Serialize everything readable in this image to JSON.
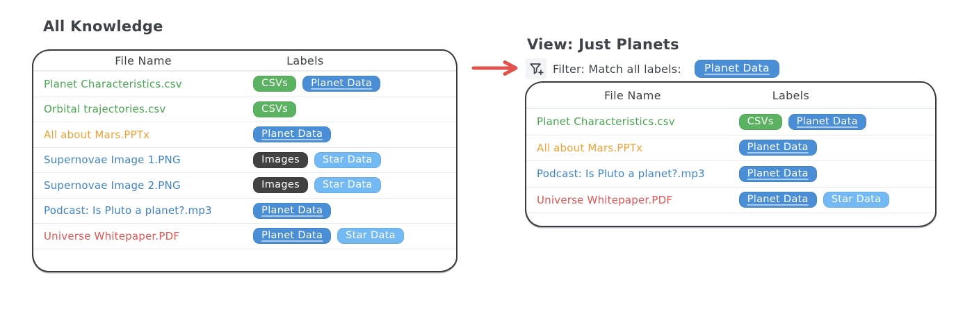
{
  "left_panel": {
    "title": "All Knowledge",
    "table": {
      "headers": {
        "file": "File Name",
        "labels": "Labels"
      },
      "rows": [
        {
          "file": "Planet Characteristics.csv",
          "labels": [
            "CSVs",
            "Planet Data"
          ]
        },
        {
          "file": "Orbital trajectories.csv",
          "labels": [
            "CSVs"
          ]
        },
        {
          "file": "All about Mars.PPTx",
          "labels": [
            "Planet Data"
          ]
        },
        {
          "file": "Supernovae Image 1.PNG",
          "labels": [
            "Images",
            "Star Data"
          ]
        },
        {
          "file": "Supernovae Image 2.PNG",
          "labels": [
            "Images",
            "Star Data"
          ]
        },
        {
          "file": "Podcast: Is Pluto a planet?.mp3",
          "labels": [
            "Planet Data"
          ]
        },
        {
          "file": "Universe Whitepaper.PDF",
          "labels": [
            "Planet Data",
            "Star Data"
          ]
        }
      ]
    }
  },
  "right_panel": {
    "title": "View: Just Planets",
    "filter": {
      "icon": "filter-plus-icon",
      "text": "Filter: Match all labels:",
      "badge": "Planet Data"
    },
    "table": {
      "headers": {
        "file": "File Name",
        "labels": "Labels"
      },
      "rows": [
        {
          "file": "Planet Characteristics.csv",
          "labels": [
            "CSVs",
            "Planet Data"
          ]
        },
        {
          "file": "All about Mars.PPTx",
          "labels": [
            "Planet Data"
          ]
        },
        {
          "file": "Podcast: Is Pluto a planet?.mp3",
          "labels": [
            "Planet Data"
          ]
        },
        {
          "file": "Universe Whitepaper.PDF",
          "labels": [
            "Planet Data",
            "Star Data"
          ]
        }
      ]
    }
  },
  "colors": {
    "ink": "#3e4347",
    "table_border": "#363a3e",
    "divider": "#e9ecef",
    "arrow": "#e0544d",
    "badge_green": "#5bb261",
    "badge_blue": "#4a8ed5",
    "badge_light_blue": "#73baf4",
    "badge_dark": "#414141",
    "file_green": "#4aa552",
    "file_orange": "#f0a236",
    "file_blue": "#3f83c5",
    "file_red": "#e35454",
    "filter_icon_bg": "#f2f4f5"
  }
}
